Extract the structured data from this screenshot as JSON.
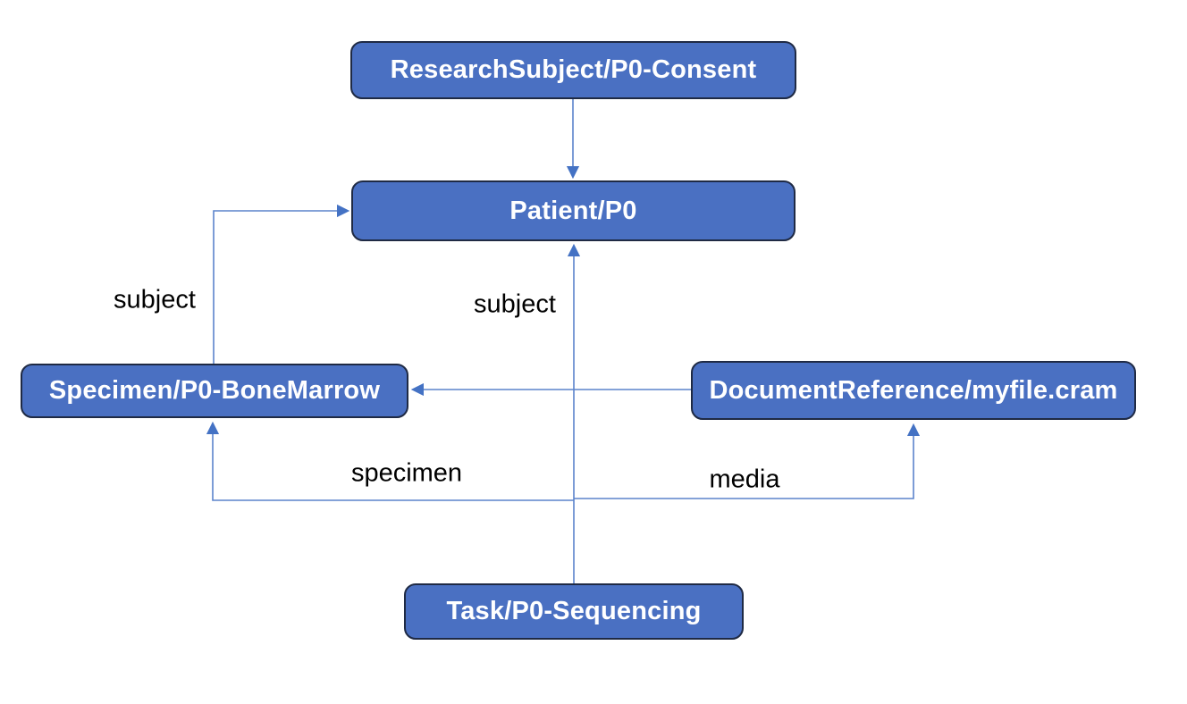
{
  "diagram": {
    "description": "FHIR resource relationship diagram",
    "nodes": {
      "research_subject": {
        "label": "ResearchSubject/P0-Consent"
      },
      "patient": {
        "label": "Patient/P0"
      },
      "specimen": {
        "label": "Specimen/P0-BoneMarrow"
      },
      "document_reference": {
        "label": "DocumentReference/myfile.cram"
      },
      "task": {
        "label": "Task/P0-Sequencing"
      }
    },
    "edges": [
      {
        "from": "research_subject",
        "to": "patient",
        "label": ""
      },
      {
        "from": "specimen",
        "to": "patient",
        "label": "subject"
      },
      {
        "from": "task",
        "to": "patient",
        "label": "subject"
      },
      {
        "from": "document_reference",
        "to": "specimen",
        "label": ""
      },
      {
        "from": "task",
        "to": "specimen",
        "label": "specimen"
      },
      {
        "from": "task",
        "to": "document_reference",
        "label": "media"
      }
    ],
    "colors": {
      "node_fill": "#4a70c2",
      "node_border": "#1f2a44",
      "node_text": "#ffffff",
      "connector": "#5b83cc",
      "arrowhead": "#4472c4",
      "label_text": "#000000",
      "background": "#ffffff"
    }
  }
}
